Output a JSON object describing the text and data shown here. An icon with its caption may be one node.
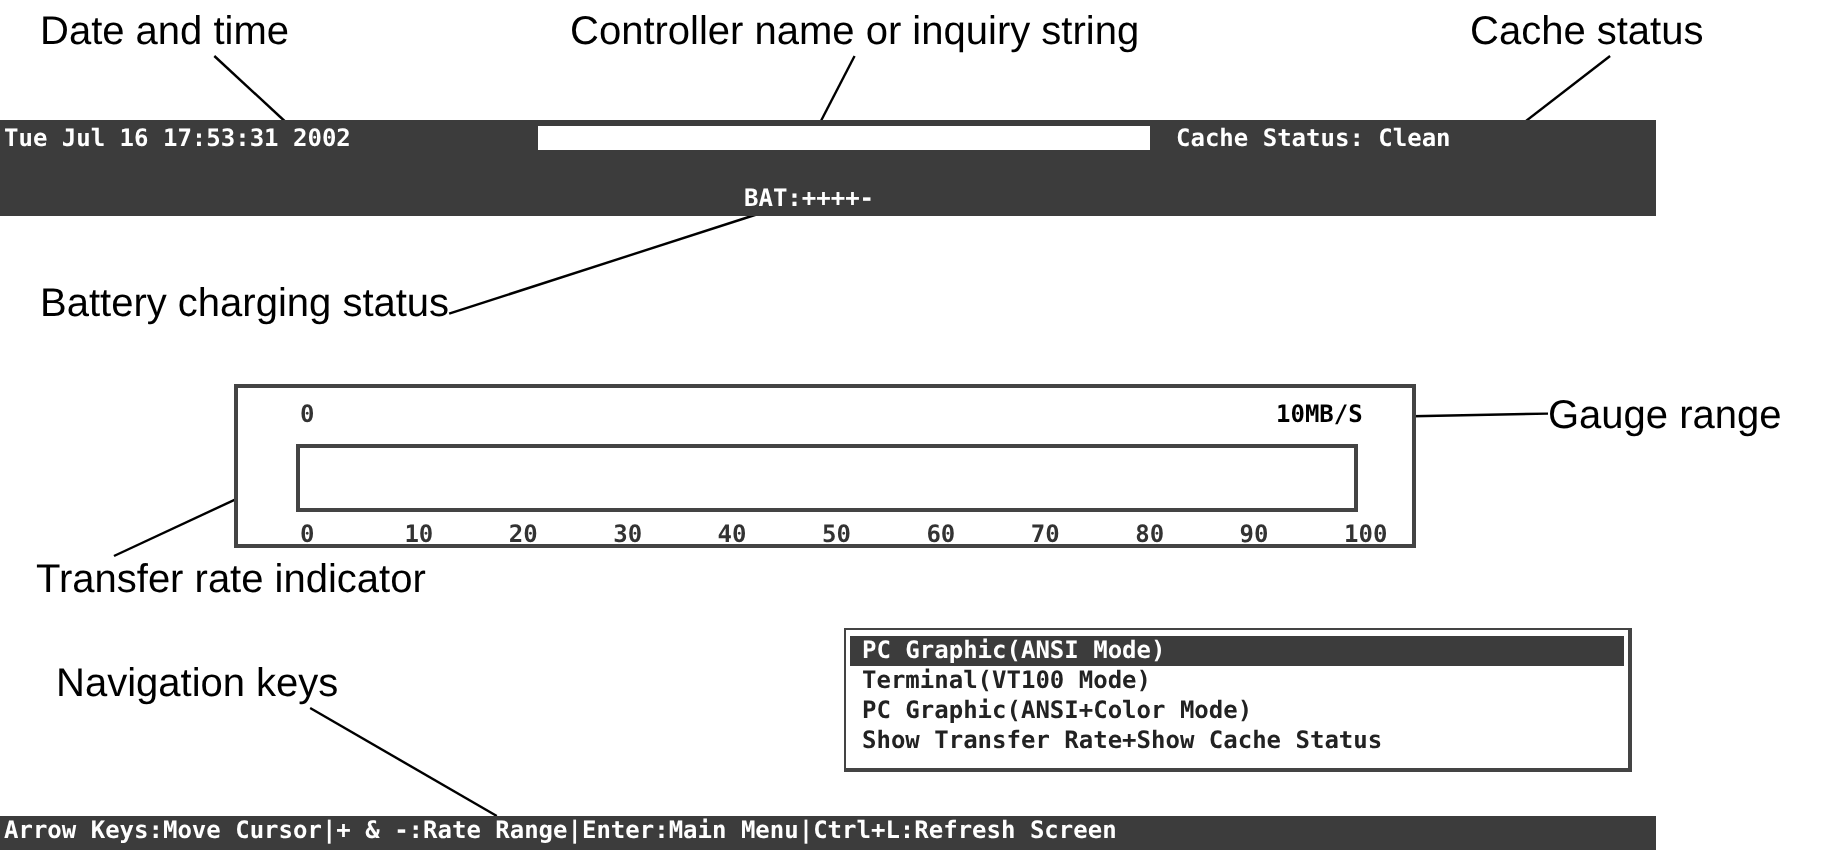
{
  "diagram": {
    "nodes": [
      {
        "text": [
          "Date and time"
        ]
      },
      {
        "text": [
          "Controller name or inquiry string"
        ]
      },
      {
        "text": [
          "Cache status"
        ]
      },
      {
        "text": [],
        "shape": "bar"
      },
      {
        "text": [
          "Tue Jul 16 17:53:31 2002"
        ],
        "in": 3
      },
      {
        "text": [],
        "shape": "box",
        "in": 3
      },
      {
        "text": [
          "Cache Status: Clean"
        ],
        "in": 3
      },
      {
        "text": [
          "BAT:++++-"
        ],
        "in": 3
      },
      {
        "text": [
          "Battery charging status"
        ]
      },
      {
        "text": [],
        "shape": "box"
      },
      {
        "text": [
          "10MB/S"
        ],
        "in": 9
      },
      {
        "text": [
          "Gauge range"
        ]
      },
      {
        "text": [],
        "shape": "bar",
        "in": 9
      },
      {
        "text": [
          "Transfer rate indicator"
        ]
      },
      {
        "text": [
          "PC Graphic(ANSI Mode)",
          "Terminal(VT100 Mode)",
          "PC Graphic(ANSI+Color Mode)",
          "Show Transfer Rate+Show Cache Status"
        ]
      },
      {
        "text": [
          "Navigation keys"
        ]
      },
      {
        "text": [
          "Arrow Keys:Move Cursor|+ & -:Rate Range|Enter:Main Menu|Ctrl+L:Refresh Screen"
        ]
      }
    ],
    "edges": [
      {
        "from": 0,
        "to": 4,
        "arrow": "none"
      },
      {
        "from": 1,
        "to": 5,
        "arrow": "none"
      },
      {
        "from": 2,
        "to": 6,
        "arrow": "none"
      },
      {
        "from": 8,
        "to": 7,
        "arrow": "none"
      },
      {
        "from": 11,
        "to": 10,
        "arrow": "none"
      },
      {
        "from": 13,
        "to": 12,
        "arrow": "none"
      },
      {
        "from": 15,
        "to": 16,
        "arrow": "none"
      }
    ],
    "labels": [
      "0",
      "0",
      "10",
      "20",
      "30",
      "40",
      "50",
      "60",
      "70",
      "80",
      "90",
      "100"
    ]
  }
}
